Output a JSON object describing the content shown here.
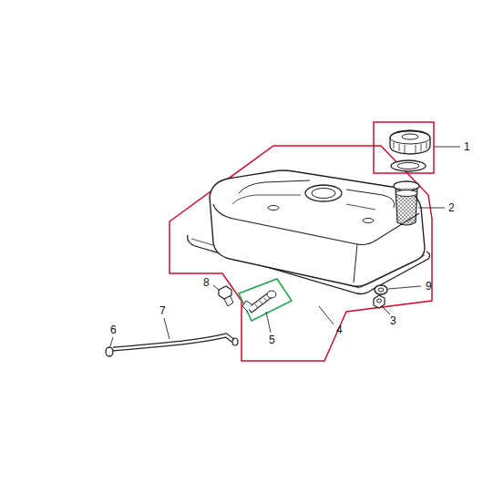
{
  "diagram": {
    "labels": [
      "1",
      "2",
      "8",
      "9",
      "7",
      "3",
      "6",
      "4",
      "5"
    ]
  }
}
